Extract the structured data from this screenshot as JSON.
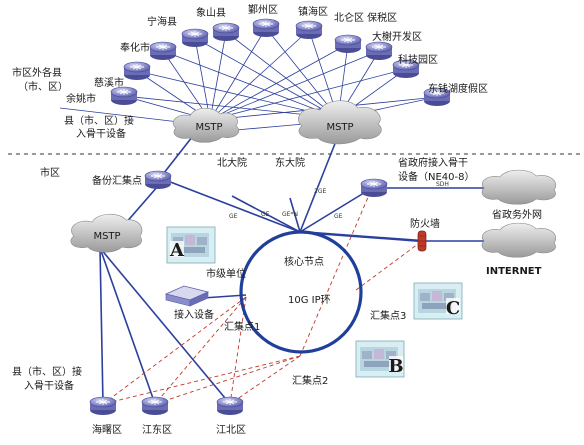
{
  "labels": {
    "cixi": "慈溪市",
    "fenghua": "奉化市",
    "ninghai": "宁海县",
    "xiangshan": "象山县",
    "yinzhou": "鄞州区",
    "zhenhai": "镇海区",
    "beilun": "北仑区 保税区",
    "daxie": "大榭开发区",
    "keji": "科技园区",
    "dongqian": "东钱湖度假区",
    "yuyao": "余姚市",
    "county_out_1": "市区外各县",
    "county_out_2": "（市、区）",
    "access_top_1": "县（市、区）接",
    "access_top_2": "入骨干设备",
    "mstp": "MSTP",
    "urban": "市区",
    "backup": "备份汇集点",
    "north": "北大院",
    "east": "东大院",
    "gov_1": "省政府接入骨干",
    "gov_2": "设备（NE40-8）",
    "gov_net": "省政务外网",
    "firewall": "防火墙",
    "internet": "INTERNET",
    "core": "核心节点",
    "ring": "10G IP环",
    "city_unit": "市级单位",
    "access_dev": "接入设备",
    "agg1": "汇集点1",
    "agg2": "汇集点2",
    "agg3": "汇集点3",
    "access_bot_1": "县（市、区）接",
    "access_bot_2": "入骨干设备",
    "haishu": "海曙区",
    "jiangdong": "江东区",
    "jiangbei": "江北区",
    "link_ge1": "GE",
    "link_ge2": "GE",
    "link_genn": "GE*N",
    "link_2ge": "2GE",
    "link_ge3": "GE",
    "link_sdh": "SDH",
    "site_a": "A",
    "site_b": "B",
    "site_c": "C"
  },
  "colors": {
    "blue_line": "#2b3f9e",
    "red_dash": "#c0392b",
    "ring": "#1e3f9a",
    "router_fill": "#7c7fc4",
    "cloud_fill": "#c9c9c9"
  }
}
